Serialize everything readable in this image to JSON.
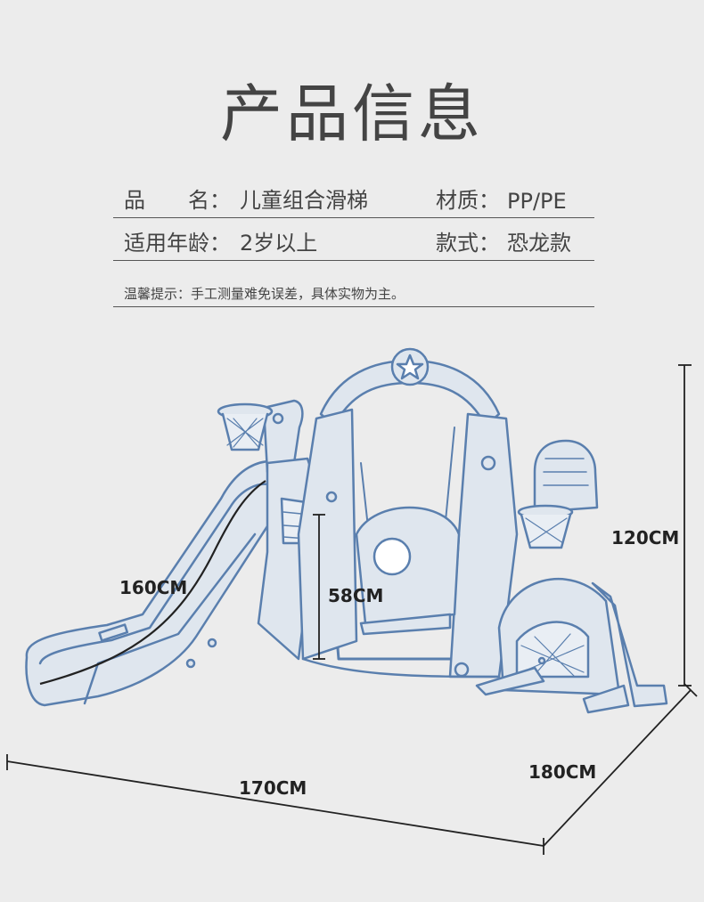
{
  "title": "产品信息",
  "info": {
    "name_label": "品　　名：",
    "name_value": "儿童组合滑梯",
    "material_label": "材质：",
    "material_value": "PP/PE",
    "age_label": "适用年龄：",
    "age_value": "2岁以上",
    "style_label": "款式：",
    "style_value": "恐龙款"
  },
  "tip": "温馨提示：手工测量难免误差，具体实物为主。",
  "dimensions": {
    "height": "120CM",
    "slide_length": "160CM",
    "platform_height": "58CM",
    "width": "170CM",
    "depth": "180CM"
  },
  "colors": {
    "background": "#ececec",
    "text": "#444444",
    "product_outline": "#5a7fae",
    "product_fill": "#dfe6ee",
    "dimension_line": "#222222"
  }
}
